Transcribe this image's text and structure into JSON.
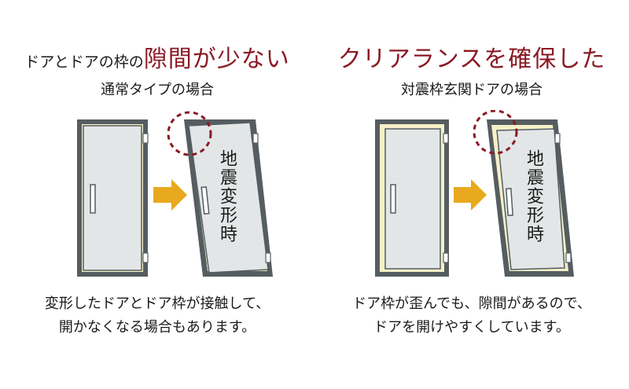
{
  "left": {
    "heading_small": "ドアとドアの枠の",
    "heading_big": "隙間が少ない",
    "subtitle": "通常タイプの場合",
    "door_label": "地震変形時",
    "caption_line1": "変形したドアとドア枠が接触して、",
    "caption_line2": "開かなくなる場合もあります。"
  },
  "right": {
    "heading_big": "クリアランスを確保した",
    "subtitle": "対震枠玄関ドアの場合",
    "door_label": "地震変形時",
    "caption_line1": "ドア枠が歪んでも、隙間があるので、",
    "caption_line2": "ドアを開けやすくしています。"
  },
  "colors": {
    "accent": "#8a1a24",
    "frame": "#555d61",
    "door_fill": "#e3e6e7",
    "clearance": "#f6f0c8",
    "arrow": "#e8a91e"
  }
}
